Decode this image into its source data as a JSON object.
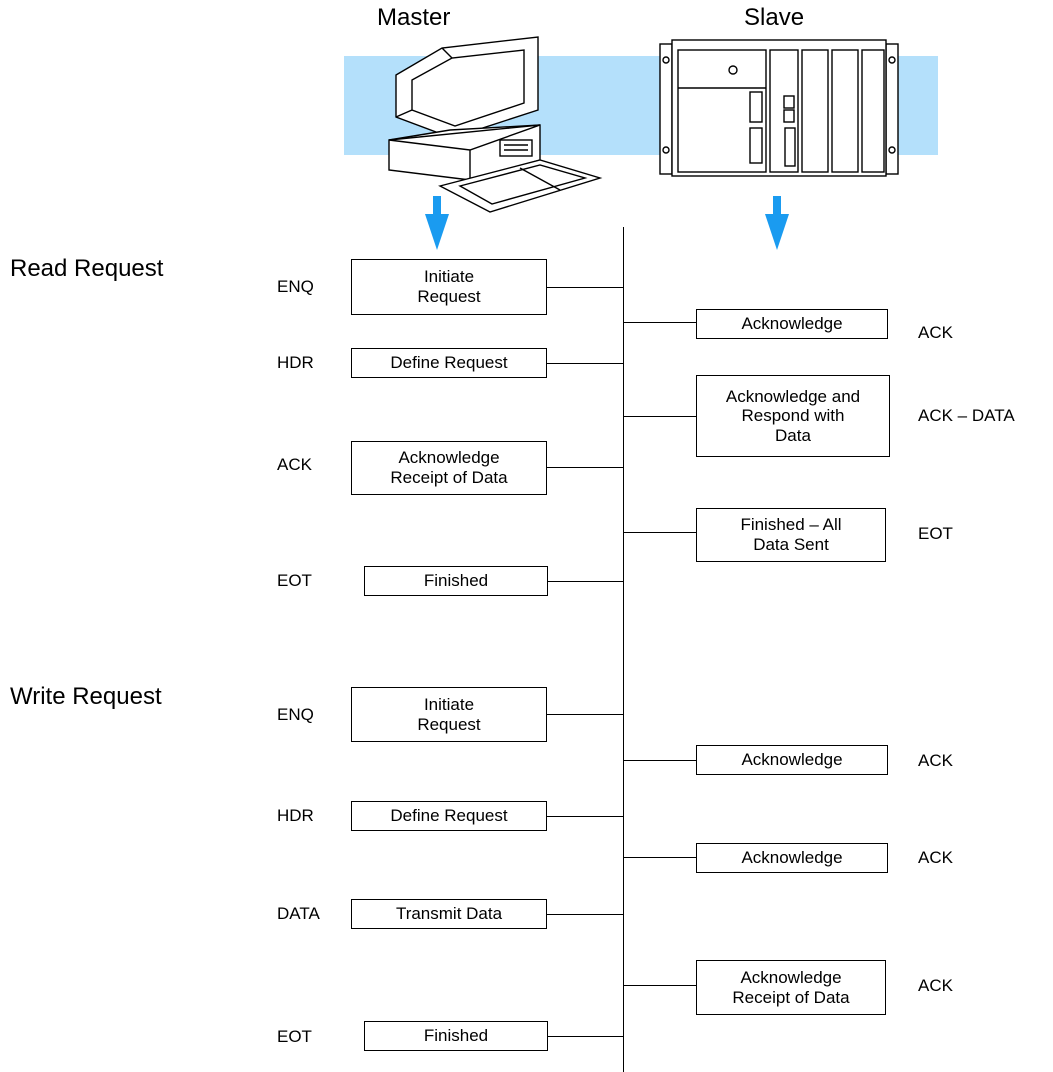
{
  "header": {
    "master": "Master",
    "slave": "Slave"
  },
  "read": {
    "title": "Read Request",
    "master": [
      {
        "code": "ENQ",
        "label": "Initiate\nRequest"
      },
      {
        "code": "HDR",
        "label": "Define Request"
      },
      {
        "code": "ACK",
        "label": "Acknowledge\nReceipt of Data"
      },
      {
        "code": "EOT",
        "label": "Finished"
      }
    ],
    "slave": [
      {
        "code": "ACK",
        "label": "Acknowledge"
      },
      {
        "code": "ACK – DATA",
        "label": "Acknowledge and\nRespond with\nData"
      },
      {
        "code": "EOT",
        "label": "Finished – All\nData Sent"
      }
    ]
  },
  "write": {
    "title": "Write Request",
    "master": [
      {
        "code": "ENQ",
        "label": "Initiate\nRequest"
      },
      {
        "code": "HDR",
        "label": "Define Request"
      },
      {
        "code": "DATA",
        "label": "Transmit Data"
      },
      {
        "code": "EOT",
        "label": "Finished"
      }
    ],
    "slave": [
      {
        "code": "ACK",
        "label": "Acknowledge"
      },
      {
        "code": "ACK",
        "label": "Acknowledge"
      },
      {
        "code": "ACK",
        "label": "Acknowledge\nReceipt of Data"
      }
    ]
  },
  "colors": {
    "band": "#b4e0fb",
    "arrow": "#1a9bf0"
  },
  "icons": {
    "master": "computer-icon",
    "slave": "plc-rack-icon"
  }
}
